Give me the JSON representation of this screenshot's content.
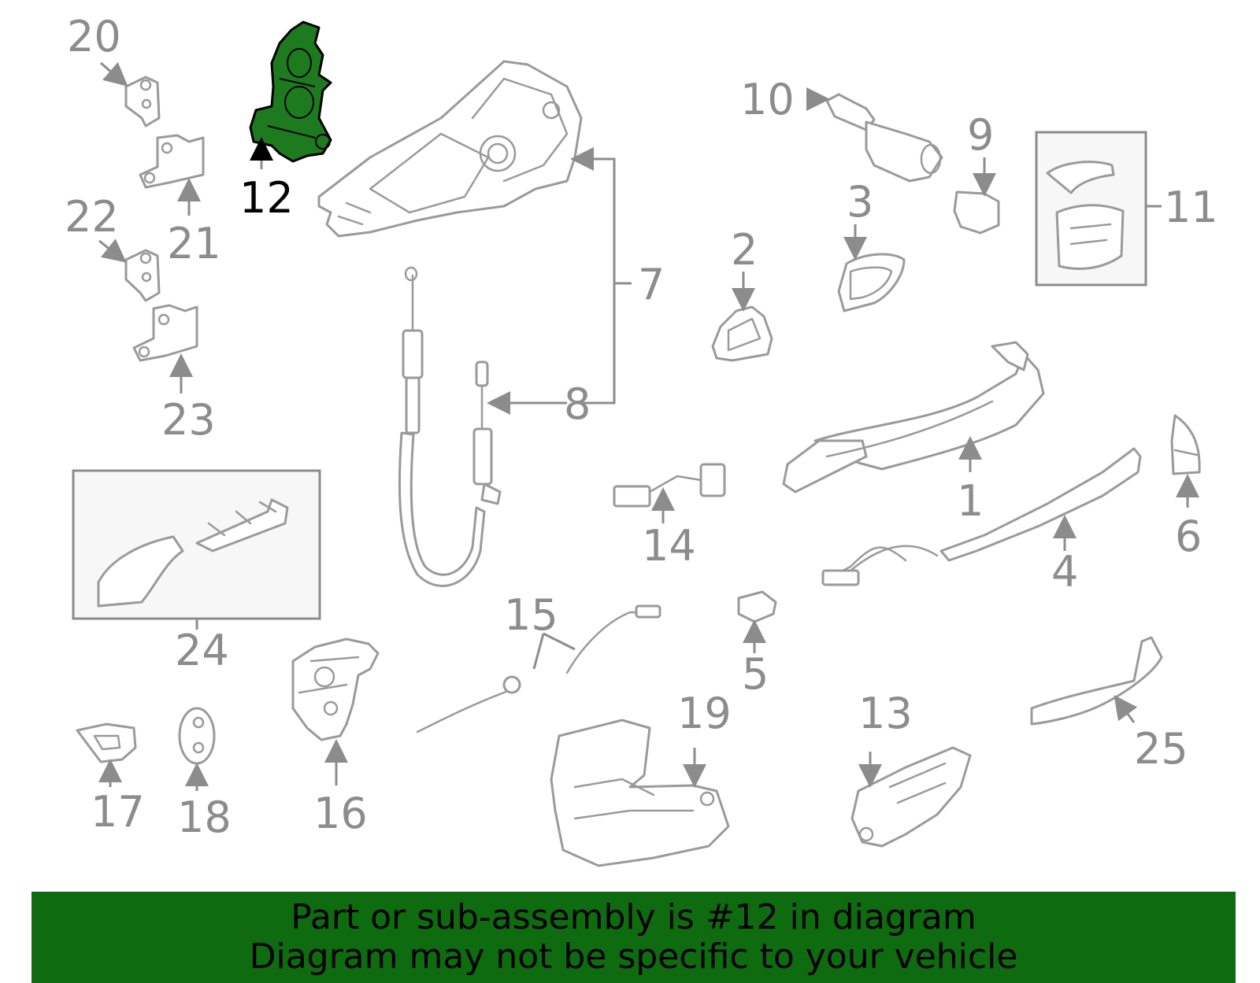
{
  "diagram": {
    "highlighted_part": "12",
    "highlight_color": "#1e7a1e",
    "callouts": [
      "1",
      "2",
      "3",
      "4",
      "5",
      "6",
      "7",
      "8",
      "9",
      "10",
      "11",
      "12",
      "13",
      "14",
      "15",
      "16",
      "17",
      "18",
      "19",
      "20",
      "21",
      "22",
      "23",
      "24",
      "25"
    ]
  },
  "banner": {
    "line1": "Part or sub-assembly is #12 in diagram",
    "line2": "Diagram may not be specific to your vehicle",
    "background": "#0f6b0f"
  }
}
